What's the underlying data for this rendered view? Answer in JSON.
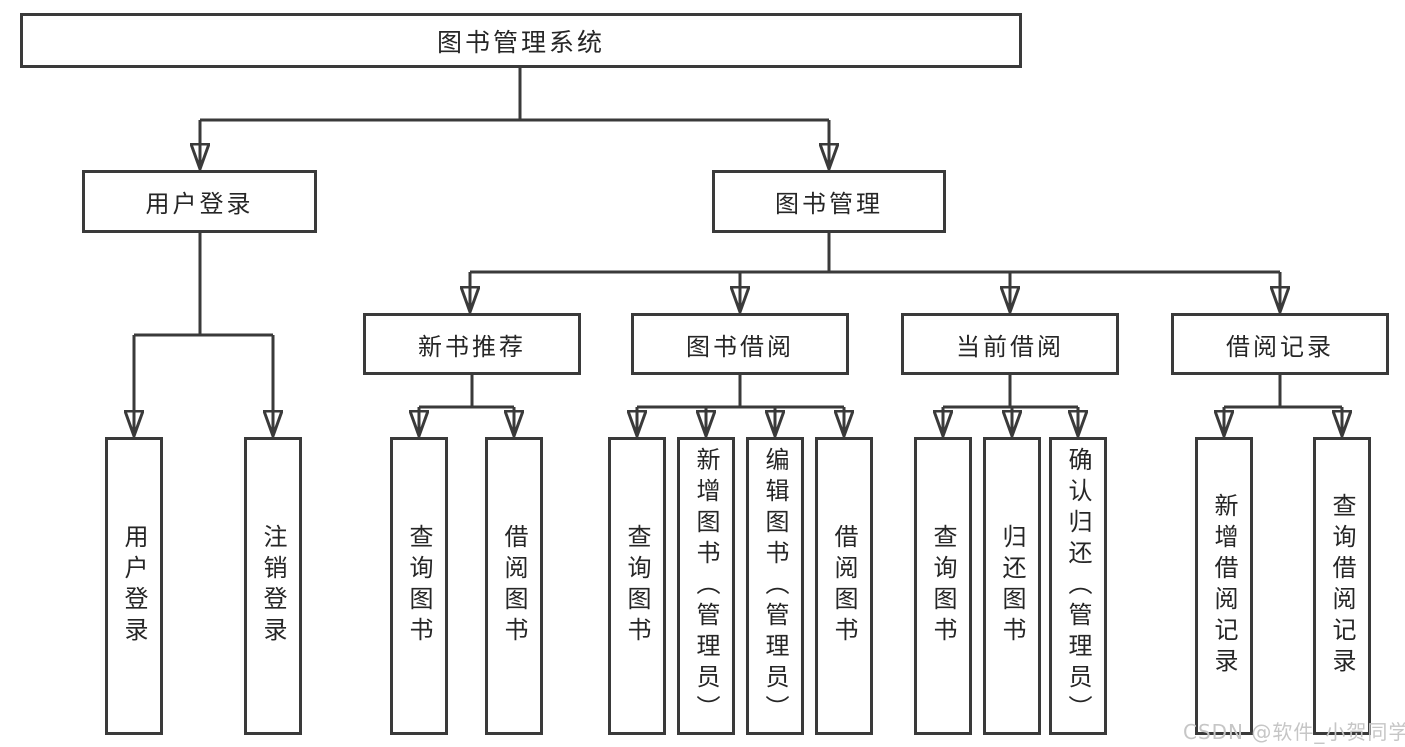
{
  "diagram": {
    "root": {
      "label": "图书管理系统"
    },
    "level2": [
      {
        "label": "用户登录"
      },
      {
        "label": "图书管理"
      }
    ],
    "level3": [
      {
        "label": "新书推荐",
        "parent": "图书管理"
      },
      {
        "label": "图书借阅",
        "parent": "图书管理"
      },
      {
        "label": "当前借阅",
        "parent": "图书管理"
      },
      {
        "label": "借阅记录",
        "parent": "图书管理"
      }
    ],
    "leaves": [
      {
        "label": "用户登录",
        "parent": "用户登录"
      },
      {
        "label": "注销登录",
        "parent": "用户登录"
      },
      {
        "label": "查询图书",
        "parent": "新书推荐"
      },
      {
        "label": "借阅图书",
        "parent": "新书推荐"
      },
      {
        "label": "查询图书",
        "parent": "图书借阅"
      },
      {
        "label": "新增图书（管理员）",
        "parent": "图书借阅"
      },
      {
        "label": "编辑图书（管理员）",
        "parent": "图书借阅"
      },
      {
        "label": "借阅图书",
        "parent": "图书借阅"
      },
      {
        "label": "查询图书",
        "parent": "当前借阅"
      },
      {
        "label": "归还图书",
        "parent": "当前借阅"
      },
      {
        "label": "确认归还（管理员）",
        "parent": "当前借阅"
      },
      {
        "label": "新增借阅记录",
        "parent": "借阅记录"
      },
      {
        "label": "查询借阅记录",
        "parent": "借阅记录"
      }
    ],
    "watermark": "CSDN @软件_小贺同学",
    "colors": {
      "line": "#3a3a3a",
      "border": "#3a3a3a",
      "text": "#262626",
      "background": "#ffffff",
      "watermark": "#c6c6c6"
    }
  }
}
